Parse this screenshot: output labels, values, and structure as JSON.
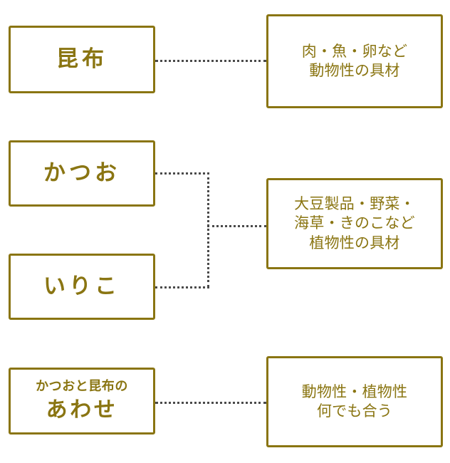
{
  "theme": {
    "line_color": "#8a7512",
    "text_color": "#8a7512",
    "connector_color": "#4a4a4a",
    "background": "#ffffff"
  },
  "diagram": {
    "type": "relationship-map",
    "sources": [
      {
        "id": "kombu",
        "label": "昆布",
        "sub_label": ""
      },
      {
        "id": "katsuo",
        "label": "かつお",
        "sub_label": ""
      },
      {
        "id": "iriko",
        "label": "いりこ",
        "sub_label": ""
      },
      {
        "id": "awase",
        "label": "あわせ",
        "sub_label": "かつおと昆布の"
      }
    ],
    "targets": [
      {
        "id": "animal",
        "lines": [
          "肉・魚・卵など",
          "動物性の具材"
        ]
      },
      {
        "id": "plant",
        "lines": [
          "大豆製品・野菜・",
          "海草・きのこなど",
          "植物性の具材"
        ]
      },
      {
        "id": "both",
        "lines": [
          "動物性・植物性",
          "何でも合う"
        ]
      }
    ],
    "connections": [
      {
        "from": "kombu",
        "to": "animal",
        "style": "dotted"
      },
      {
        "from": "katsuo",
        "to": "plant",
        "style": "dotted"
      },
      {
        "from": "iriko",
        "to": "plant",
        "style": "dotted"
      },
      {
        "from": "awase",
        "to": "both",
        "style": "dotted"
      }
    ]
  }
}
